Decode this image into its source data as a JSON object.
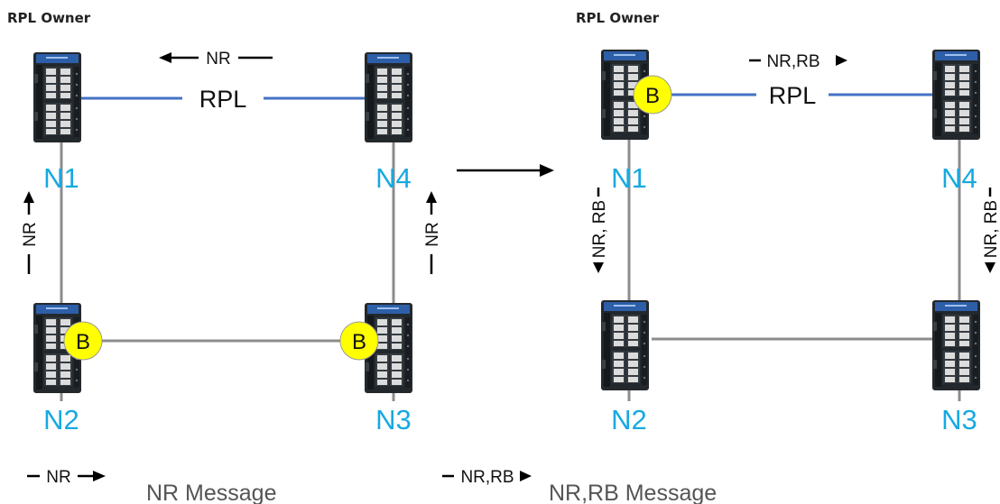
{
  "owner_label": "RPL Owner",
  "nodes": [
    "N1",
    "N2",
    "N3",
    "N4"
  ],
  "badge_letter": "B",
  "rpl_label": "RPL",
  "msg_nr": "NR",
  "msg_nr_rb": "NR,RB",
  "msg_nr_rb_spaced": "NR, RB",
  "legend": {
    "nr_symbol": "NR",
    "nr_text": "NR Message",
    "nrrb_symbol": "NR,RB",
    "nrrb_text": "NR,RB Message"
  },
  "colors": {
    "node_label": "#17a9e0",
    "rpl_link": "#4472c4",
    "link": "#8c8c8c",
    "badge": "#ffff00"
  }
}
